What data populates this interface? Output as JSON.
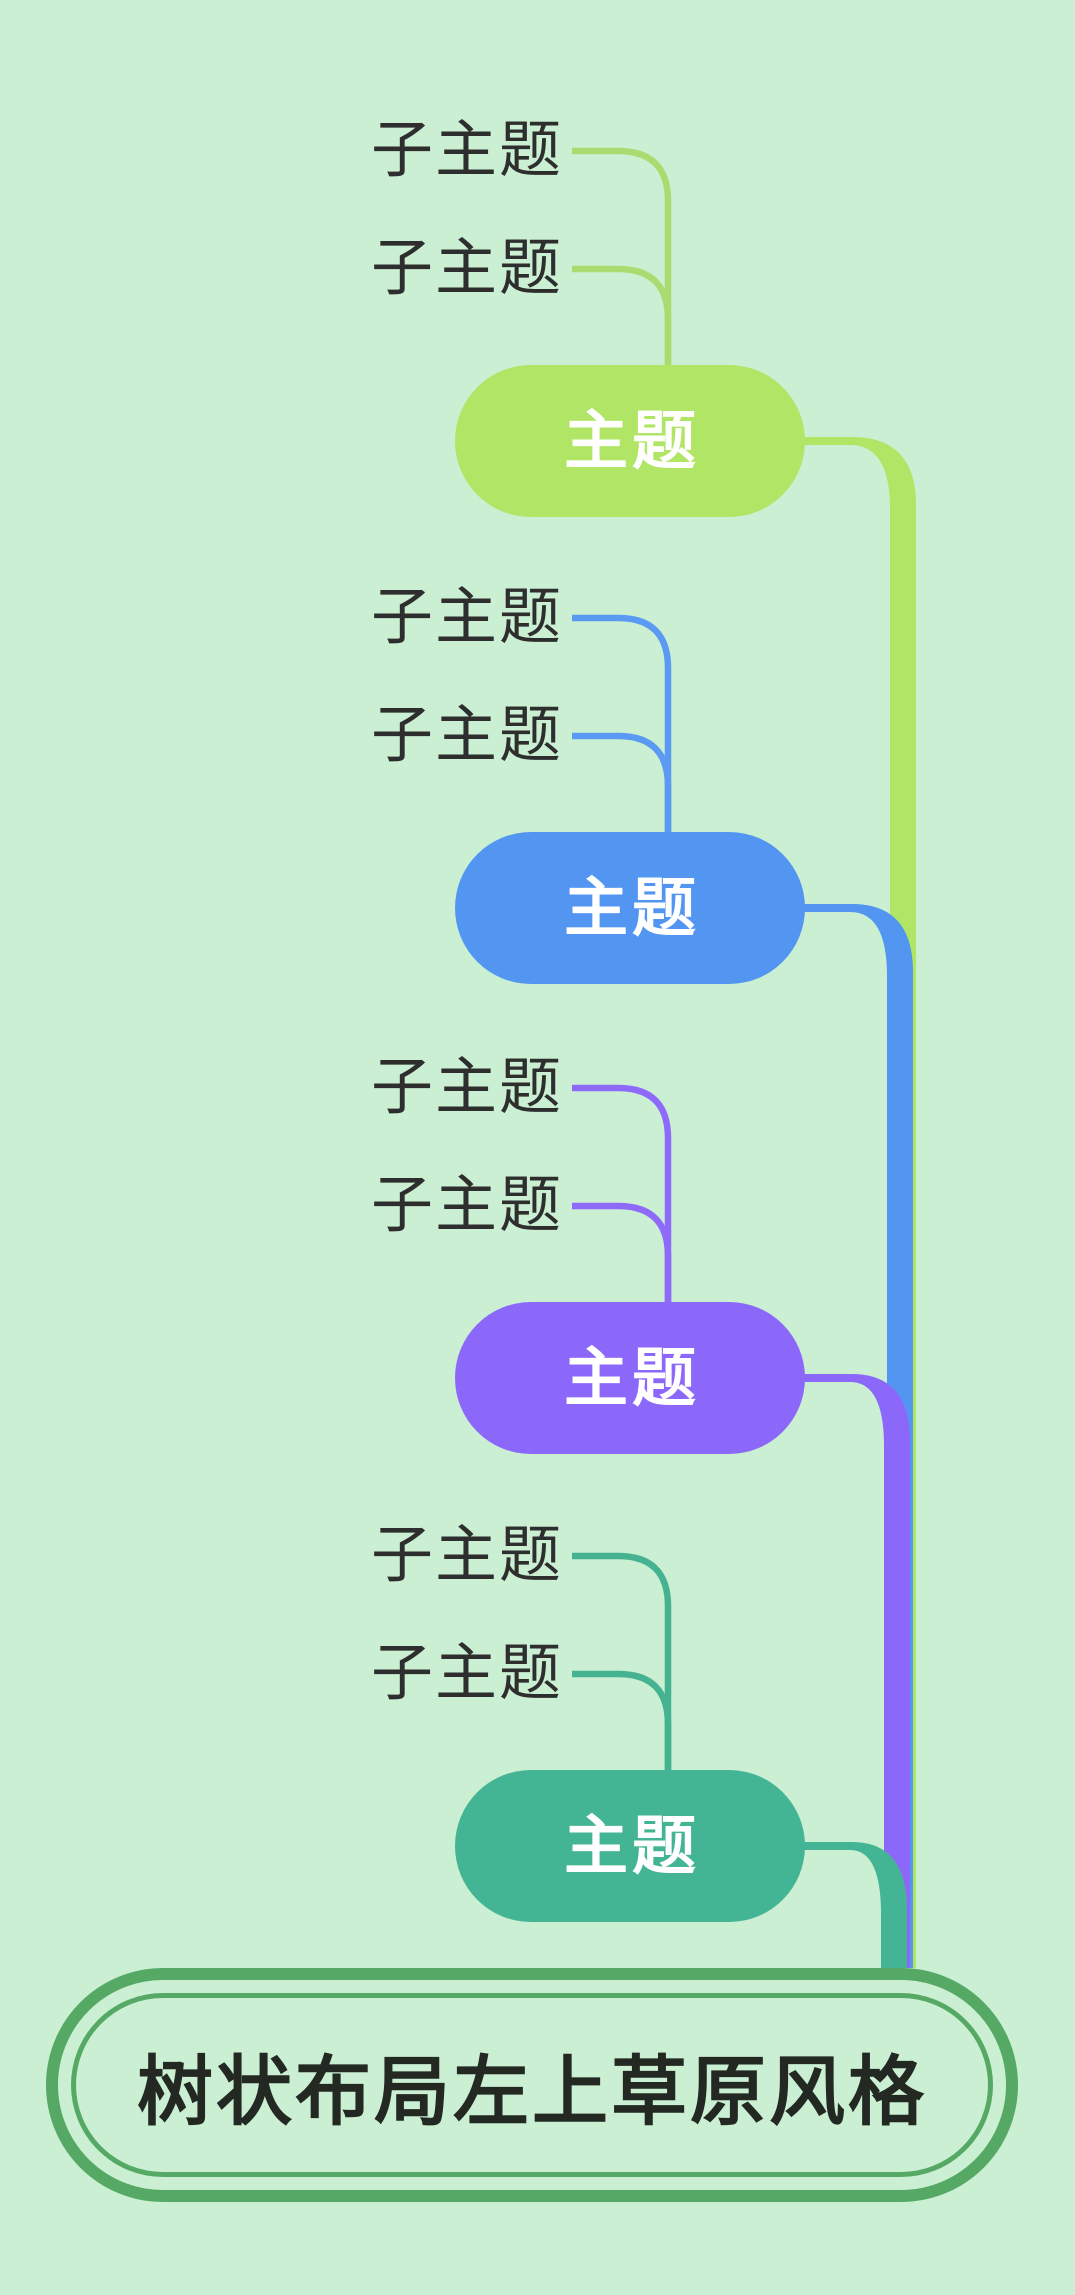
{
  "diagram": {
    "background_color": "#caefd2",
    "style_name": "grassland",
    "root": {
      "label": "树状布局左上草原风格",
      "border_color": "#56a965",
      "fill_color": "#caefd2",
      "text_color": "#232823"
    },
    "subtopic_text_color": "#2e2e2e",
    "topics": [
      {
        "label": "主题",
        "fill_color": "#b1e566",
        "line_color": "#a9db70",
        "text_color": "#ffffff",
        "subtopics": [
          {
            "label": "子主题"
          },
          {
            "label": "子主题"
          }
        ]
      },
      {
        "label": "主题",
        "fill_color": "#5296f2",
        "line_color": "#5b9af3",
        "text_color": "#ffffff",
        "subtopics": [
          {
            "label": "子主题"
          },
          {
            "label": "子主题"
          }
        ]
      },
      {
        "label": "主题",
        "fill_color": "#8c68fa",
        "line_color": "#8d6afa",
        "text_color": "#ffffff",
        "subtopics": [
          {
            "label": "子主题"
          },
          {
            "label": "子主题"
          }
        ]
      },
      {
        "label": "主题",
        "fill_color": "#44b594",
        "line_color": "#45b391",
        "text_color": "#ffffff",
        "subtopics": [
          {
            "label": "子主题"
          },
          {
            "label": "子主题"
          }
        ]
      }
    ]
  }
}
